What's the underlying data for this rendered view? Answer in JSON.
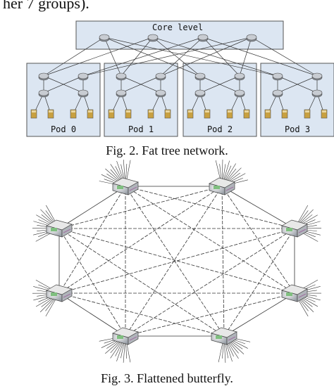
{
  "top_text": "her 7 groups).",
  "fat_tree": {
    "core_label": "Core level",
    "pods": [
      "Pod 0",
      "Pod 1",
      "Pod 2",
      "Pod 3"
    ],
    "caption": "Fig. 2.  Fat tree network."
  },
  "butterfly": {
    "router_count": 8,
    "caption": "Fig. 3.  Flattened butterfly."
  },
  "colors": {
    "box_fill": "#dce6f2",
    "box_stroke": "#555555",
    "line": "#333333",
    "switch_fill": "#c8ccd2",
    "server_fill": "#c8a040"
  }
}
